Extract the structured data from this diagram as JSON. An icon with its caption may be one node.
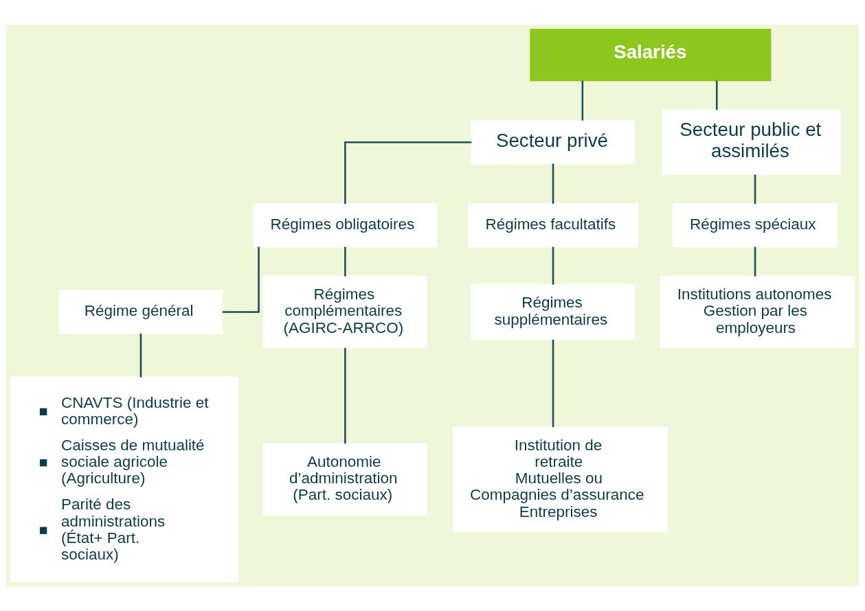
{
  "diagram": {
    "nodes": [
      {
        "text": [
          "Salariés"
        ]
      },
      {
        "text": [
          "Secteur privé"
        ]
      },
      {
        "text": [
          "Secteur public et assimilés"
        ]
      },
      {
        "text": [
          "Régimes obligatoires"
        ]
      },
      {
        "text": [
          "Régimes facultatifs"
        ]
      },
      {
        "text": [
          "Régimes spéciaux"
        ]
      },
      {
        "text": [
          "Régime général"
        ]
      },
      {
        "text": [
          "Régimes complémentaires",
          "(AGIRC-ARRCO)"
        ]
      },
      {
        "text": [
          "Régimes supplémentaires"
        ]
      },
      {
        "text": [
          "Institutions autonomes",
          "Gestion par les employeurs"
        ]
      },
      {
        "text": [
          "CNAVTS (Industrie et commerce)",
          "Caisses de mutualité sociale agricole (Agriculture)",
          "Parité des administrations (État+ Part. sociaux)"
        ]
      },
      {
        "text": [
          "Autonomie d’administration",
          "(Part. sociaux)"
        ]
      },
      {
        "text": [
          "Institution de retraite",
          "Mutuelles ou Compagnies d’assurance",
          "Entreprises"
        ]
      }
    ],
    "edges": [
      {
        "from": 0,
        "to": 1,
        "arrow": "none"
      },
      {
        "from": 0,
        "to": 2,
        "arrow": "none"
      },
      {
        "from": 1,
        "to": 3,
        "arrow": "none"
      },
      {
        "from": 1,
        "to": 4,
        "arrow": "none"
      },
      {
        "from": 2,
        "to": 5,
        "arrow": "none"
      },
      {
        "from": 3,
        "to": 6,
        "arrow": "none"
      },
      {
        "from": 3,
        "to": 7,
        "arrow": "none"
      },
      {
        "from": 4,
        "to": 8,
        "arrow": "none"
      },
      {
        "from": 5,
        "to": 9,
        "arrow": "none"
      },
      {
        "from": 6,
        "to": 10,
        "arrow": "none"
      },
      {
        "from": 7,
        "to": 11,
        "arrow": "none"
      },
      {
        "from": 8,
        "to": 12,
        "arrow": "none"
      }
    ]
  }
}
